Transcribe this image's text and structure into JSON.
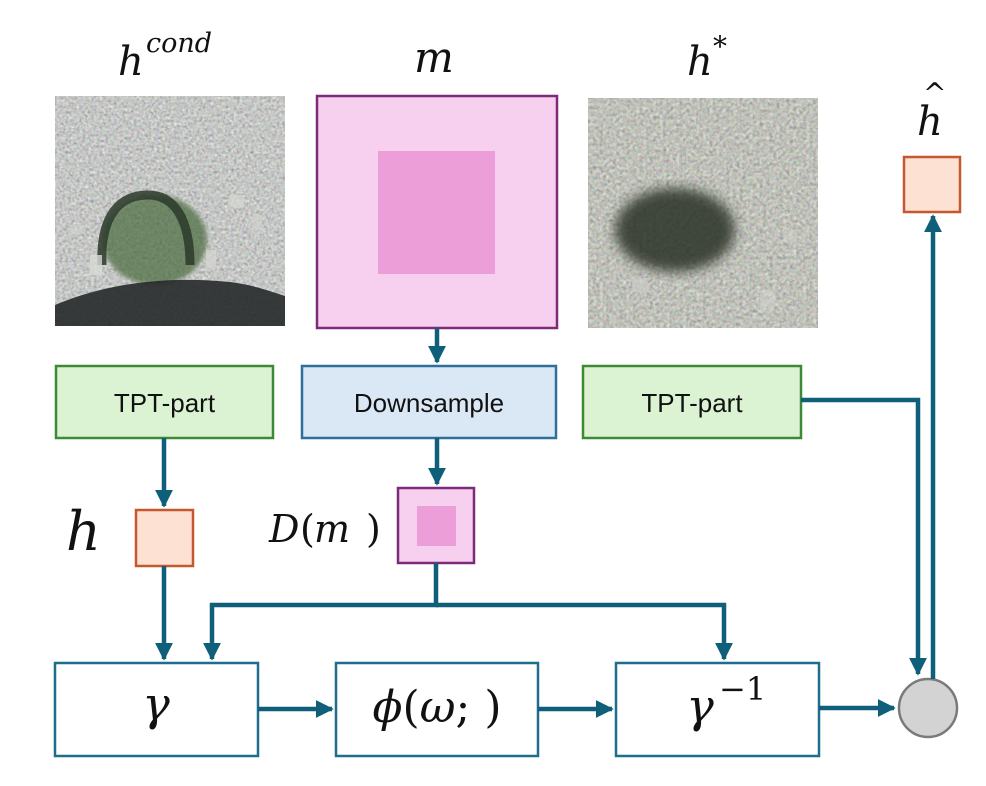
{
  "labels": {
    "h_cond_base": "h",
    "h_cond_sup": "cond",
    "m": "m",
    "h_star_base": "h",
    "h_star_sup": "*",
    "h_hat": "h",
    "h_hat_accent": "^",
    "h": "h",
    "dm_d": "D",
    "dm_paren_open": "(",
    "dm_m": "m",
    "dm_paren_close": ")"
  },
  "boxes": {
    "tpt_part_left": "TPT-part",
    "downsample": "Downsample",
    "tpt_part_right": "TPT-part",
    "gamma": "γ",
    "phi_base": "ϕ",
    "phi_open": "(",
    "phi_omega": "ω",
    "phi_rest": "; )",
    "gamma_inv_base": "γ",
    "gamma_inv_sup": "−1"
  },
  "colors": {
    "arrow": "#0f5f7a",
    "green_fill": "#dbf2d3",
    "green_stroke": "#3c8a34",
    "blue_fill": "#dae8f6",
    "blue_stroke": "#2f6f9a",
    "pink_outer": "#f6d0ee",
    "pink_inner": "#ec9ed8",
    "pink_stroke": "#7d2a78",
    "orange_fill": "#fde1d3",
    "orange_stroke": "#c4582e",
    "op_box_stroke": "#1f6d8c",
    "circle_fill": "#d3d3d3",
    "circle_stroke": "#7a7a7a"
  }
}
